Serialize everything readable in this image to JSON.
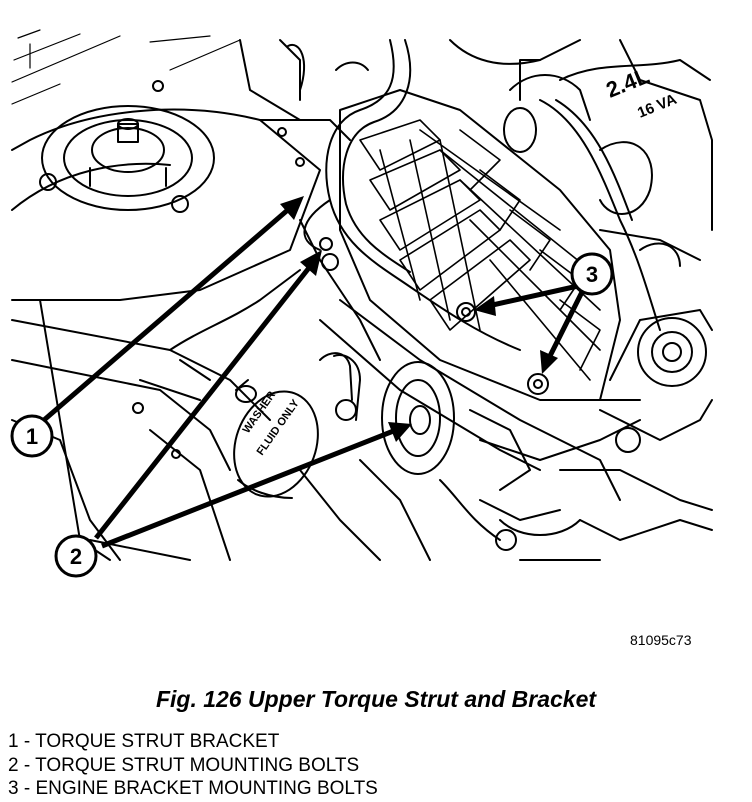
{
  "figure": {
    "id": "81095c73",
    "title": "Fig. 126 Upper Torque Strut and Bracket"
  },
  "callouts": [
    {
      "number": "1"
    },
    {
      "number": "2"
    },
    {
      "number": "3"
    }
  ],
  "legend": [
    {
      "text": "1 - TORQUE STRUT BRACKET"
    },
    {
      "text": "2 - TORQUE STRUT MOUNTING BOLTS"
    },
    {
      "text": "3 - ENGINE BRACKET MOUNTING BOLTS"
    }
  ],
  "labels": {
    "washer_cap_line1": "WASHER",
    "washer_cap_line2": "FLUID ONLY",
    "engine_cover_line1": "2.4L",
    "engine_cover_line2": "16 VA"
  }
}
